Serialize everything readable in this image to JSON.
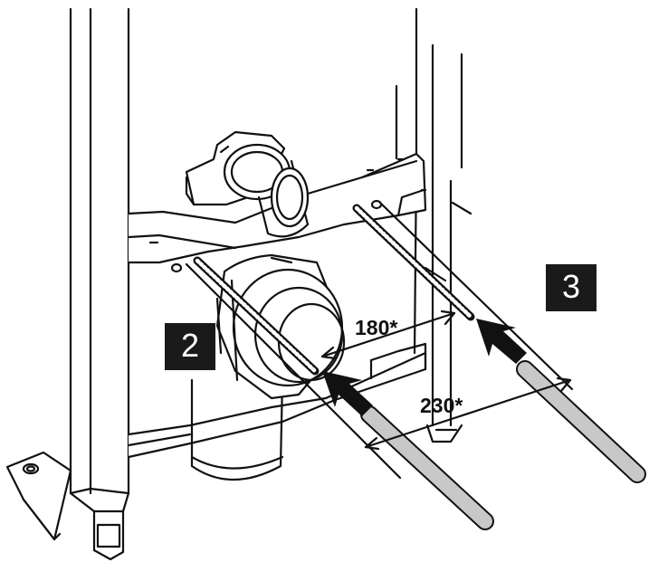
{
  "labels": {
    "step_2": "2",
    "step_3": "3"
  },
  "dimensions": {
    "inner_spacing": "180*",
    "outer_spacing": "230*"
  },
  "colors": {
    "line": "#111111",
    "rod": "#c8c8c8",
    "label_bg": "#1a1a1a",
    "label_text": "#ffffff"
  }
}
